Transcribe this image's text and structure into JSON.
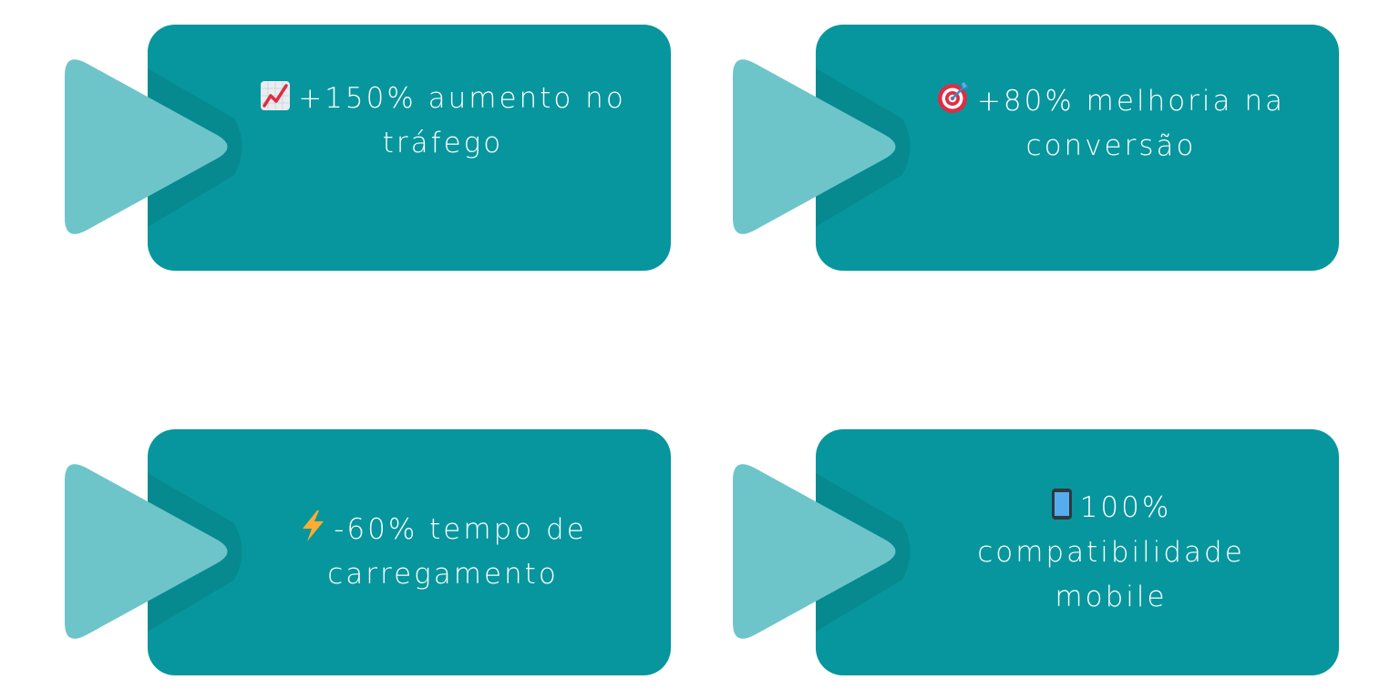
{
  "colors": {
    "card": "#07969D",
    "card_shadow": "#068A8F",
    "triangle": "#6DC5CA",
    "text": "#FFFFFF",
    "background": "#FFFFFF"
  },
  "cards": [
    {
      "icon": "chart-increasing-icon",
      "text": "+150% aumento no tráfego"
    },
    {
      "icon": "target-icon",
      "text": "+80% melhoria na conversão"
    },
    {
      "icon": "lightning-icon",
      "text": "-60% tempo de carregamento"
    },
    {
      "icon": "mobile-phone-icon",
      "text": "100% compatibilidade mobile"
    }
  ]
}
